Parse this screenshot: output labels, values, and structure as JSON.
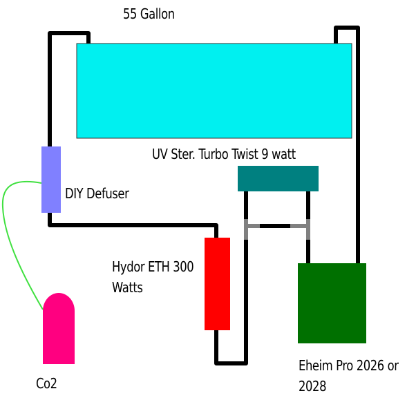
{
  "labels": {
    "tank": "55 Gallon",
    "uv_sterilizer": "UV Ster. Turbo Twist 9 watt",
    "defuser": "DIY Defuser",
    "heater_line1": "Hydor ETH 300",
    "heater_line2": "Watts",
    "co2": "Co2",
    "filter_line1": "Eheim Pro 2026 or",
    "filter_line2": "2028"
  },
  "colors": {
    "tank": "#00f0f0",
    "uv_sterilizer": "#008080",
    "defuser": "#8080ff",
    "heater": "#ff0000",
    "co2": "#ff0080",
    "filter": "#007000",
    "co2_line": "#40e040",
    "tubing": "#000000",
    "tee_fitting": "#808080"
  }
}
